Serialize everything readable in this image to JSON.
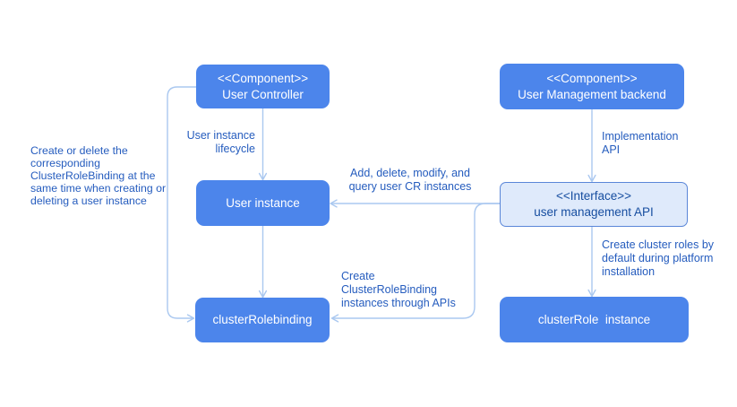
{
  "nodes": {
    "user_controller": {
      "stereotype": "<<Component>>",
      "name": "User Controller"
    },
    "user_management_backend": {
      "stereotype": "<<Component>>",
      "name": "User Management backend"
    },
    "user_instance": {
      "name": "User instance"
    },
    "user_management_api": {
      "stereotype": "<<Interface>>",
      "name": "user management API"
    },
    "cluster_rolebinding": {
      "name": "clusterRolebinding"
    },
    "cluster_role_instance": {
      "name": "clusterRole  instance"
    }
  },
  "edge_labels": {
    "user_instance_lifecycle": "User instance\nlifecycle",
    "implementation_api": "Implementation\nAPI",
    "add_delete_modify_query": "Add, delete, modify, and\nquery user CR instances",
    "create_crb_through_apis": "Create\nClusterRoleBinding\ninstances through APIs",
    "create_cluster_roles": "Create cluster roles by\ndefault during platform\ninstallation"
  },
  "annotation": "Create or delete the\ncorresponding\nClusterRoleBinding at the\nsame time when creating or\ndeleting a user instance",
  "colors": {
    "node_fill": "#4c85eb",
    "node_text": "#ffffff",
    "interface_fill": "#dfeafb",
    "interface_border": "#5a86d8",
    "interface_text": "#174ea0",
    "connector": "#aac8f0",
    "label_text": "#255cbe",
    "background": "#ffffff"
  }
}
